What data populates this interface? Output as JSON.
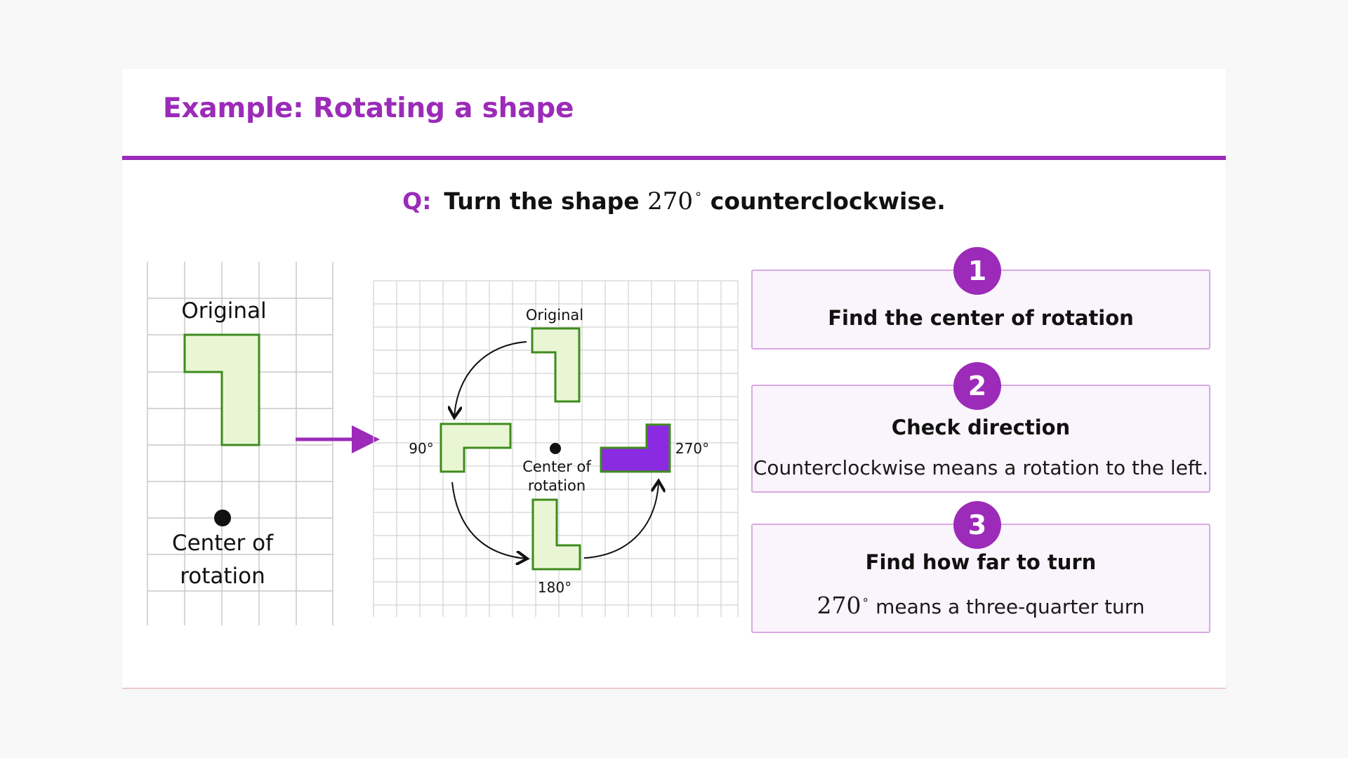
{
  "slide": {
    "title": "Example: Rotating a shape",
    "accent_color": "#9b2bb8"
  },
  "question": {
    "label": "Q:",
    "prefix": "Turn the shape",
    "angle": "270",
    "degree_symbol": "∘",
    "suffix": "counterclockwise."
  },
  "left_grid": {
    "original_label": "Original",
    "center_label_line1": "Center of",
    "center_label_line2": "rotation",
    "shape_fill": "#e9f6d3",
    "shape_stroke": "#3f8b1d"
  },
  "right_grid": {
    "original_label": "Original",
    "label_90": "90°",
    "label_180": "180°",
    "label_270": "270°",
    "center_label_line1": "Center of",
    "center_label_line2": "rotation",
    "highlight_fill": "#8a2be2"
  },
  "steps": [
    {
      "number": "1",
      "title": "Find the center of rotation"
    },
    {
      "number": "2",
      "title": "Check direction",
      "text": "Counterclockwise means a rotation to the left."
    },
    {
      "number": "3",
      "title": "Find how far to turn",
      "text_math": "270",
      "text_degree": "∘",
      "text": "means a three-quarter turn"
    }
  ]
}
